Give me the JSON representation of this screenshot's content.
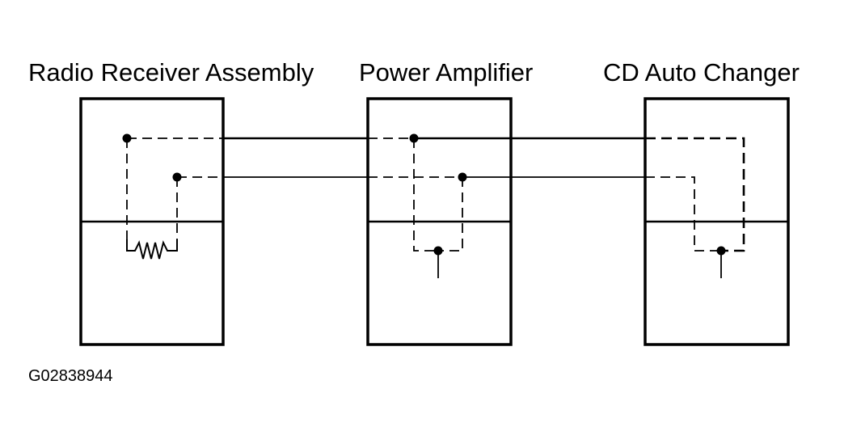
{
  "components": [
    {
      "id": "radio",
      "label": "Radio Receiver Assembly"
    },
    {
      "id": "amp",
      "label": "Power Amplifier"
    },
    {
      "id": "cd",
      "label": "CD Auto Changer"
    }
  ],
  "figure_id": "G02838944",
  "colors": {
    "ink": "#000000",
    "background": "#ffffff"
  }
}
